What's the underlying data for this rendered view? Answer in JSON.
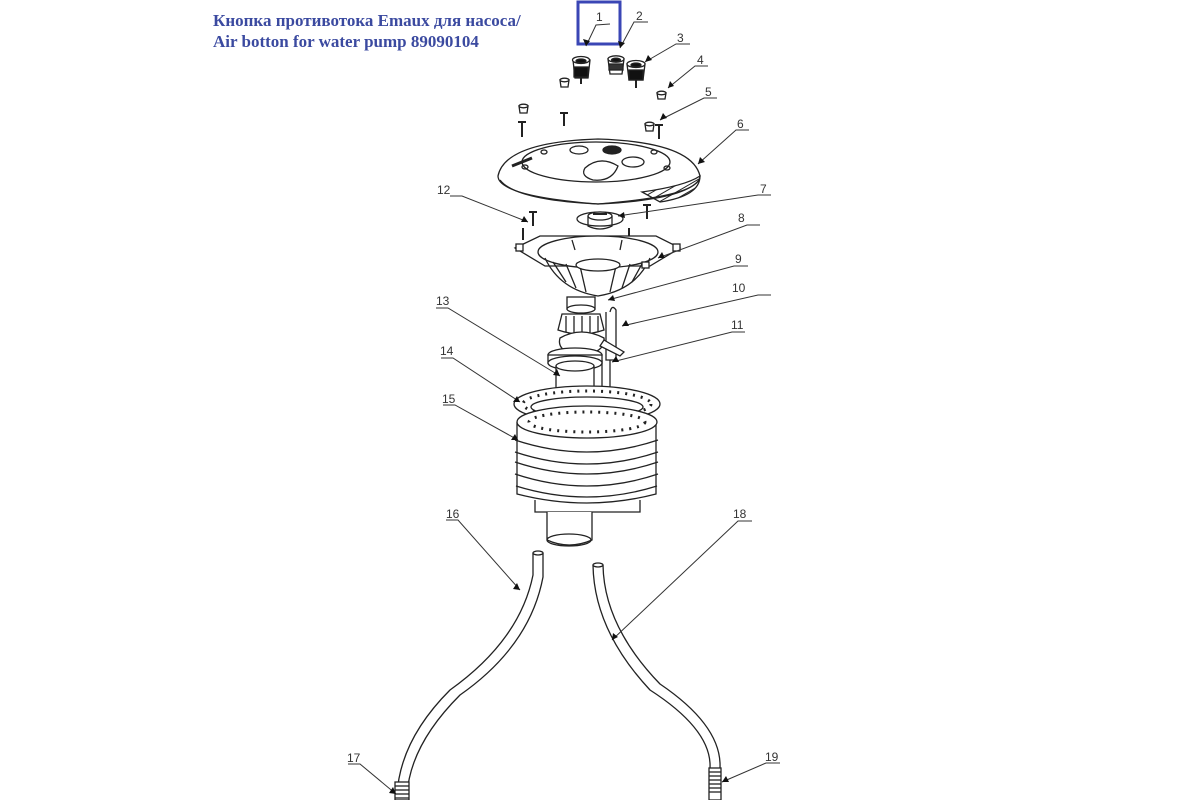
{
  "title": {
    "line1": "Кнопка противотока Emaux для насоса/",
    "line2": "Air botton for water pump 89090104"
  },
  "watermark": "",
  "highlight": {
    "part": "1",
    "color": "#3a46b5"
  },
  "colors": {
    "title": "#3b4aa0",
    "line": "#222222",
    "label": "#333333"
  },
  "parts": [
    {
      "id": "1",
      "name": "air button (highlighted)"
    },
    {
      "id": "2",
      "name": "button"
    },
    {
      "id": "3",
      "name": "button"
    },
    {
      "id": "4",
      "name": "cap"
    },
    {
      "id": "5",
      "name": "screw"
    },
    {
      "id": "6",
      "name": "cover"
    },
    {
      "id": "7",
      "name": "insert"
    },
    {
      "id": "8",
      "name": "flange"
    },
    {
      "id": "9",
      "name": "nozzle"
    },
    {
      "id": "10",
      "name": "tube"
    },
    {
      "id": "11",
      "name": "tube"
    },
    {
      "id": "12",
      "name": "screw"
    },
    {
      "id": "13",
      "name": "pipe"
    },
    {
      "id": "14",
      "name": "ring"
    },
    {
      "id": "15",
      "name": "housing"
    },
    {
      "id": "16",
      "name": "hose"
    },
    {
      "id": "17",
      "name": "hose fitting"
    },
    {
      "id": "18",
      "name": "hose"
    },
    {
      "id": "19",
      "name": "hose fitting"
    }
  ]
}
